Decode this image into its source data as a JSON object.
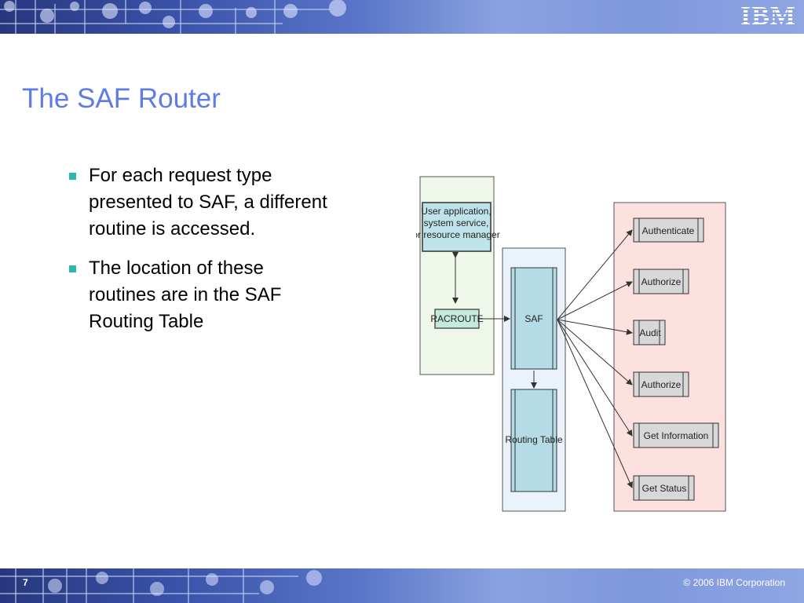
{
  "header": {
    "logo": "IBM"
  },
  "slide": {
    "title": "The SAF Router",
    "bullets": [
      "For each request type presented to SAF, a different routine is accessed.",
      "The location of these routines are in the SAF Routing Table"
    ]
  },
  "diagram": {
    "user_app": [
      "User application,",
      "system service,",
      "or resource manager"
    ],
    "racroute": "RACROUTE",
    "saf": "SAF",
    "routing_table": "Routing Table",
    "routines": [
      "Authenticate",
      "Authorize",
      "Audit",
      "Authorize",
      "Get Information",
      "Get Status"
    ]
  },
  "footer": {
    "page_number": "7",
    "copyright": "© 2006 IBM Corporation"
  }
}
